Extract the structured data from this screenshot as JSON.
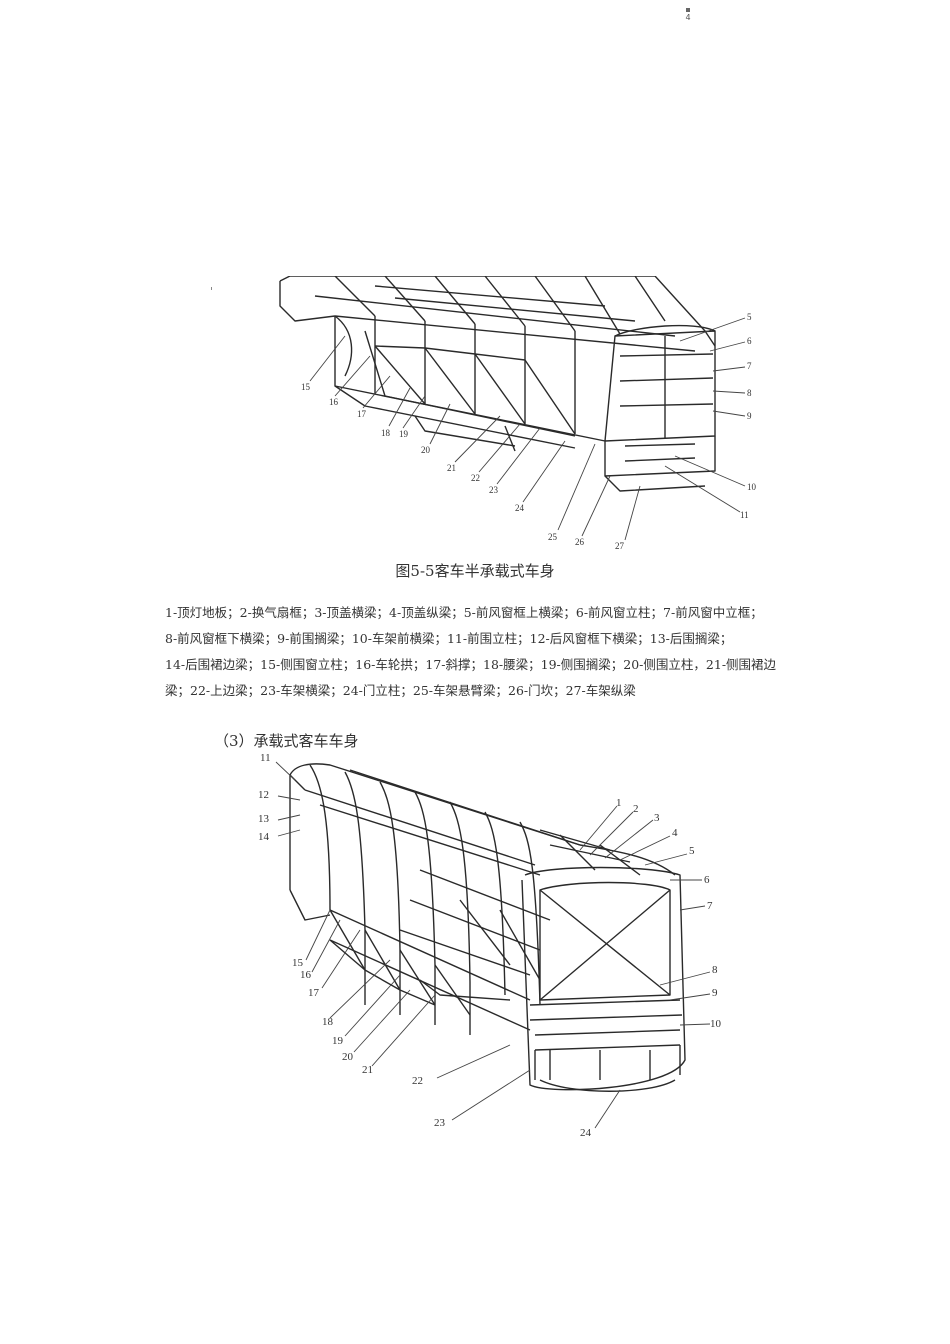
{
  "page_number": "4",
  "figure_semi": {
    "labels": [
      "5",
      "6",
      "7",
      "8",
      "9",
      "10",
      "11",
      "15",
      "16",
      "17",
      "18",
      "19",
      "20",
      "21",
      "22",
      "23",
      "24",
      "25",
      "26",
      "27"
    ]
  },
  "caption": "图5-5客车半承载式车身",
  "legend_lines": [
    "1-顶灯地板；2-换气扇框；3-顶盖横梁；4-顶盖纵梁；5-前风窗框上横梁；6-前风窗立柱；7-前风窗中立框；",
    "8-前风窗框下横梁；9-前围搁梁；10-车架前横梁；11-前围立柱；12-后风窗框下横梁；13-后围搁梁；",
    "14-后围裙边梁；15-侧围窗立柱；16-车轮拱；17-斜撑；18-腰梁；19-侧围搁梁；20-侧围立柱，21-侧围裙边",
    "梁；22-上边梁；23-车架横梁；24-门立柱；25-车架悬臂梁；26-门坎；27-车架纵梁"
  ],
  "section_heading": "（3）承载式客车车身",
  "figure_mono": {
    "labels": [
      "1",
      "2",
      "3",
      "4",
      "5",
      "6",
      "7",
      "8",
      "9",
      "10",
      "11",
      "12",
      "13",
      "14",
      "15",
      "16",
      "17",
      "18",
      "19",
      "20",
      "21",
      "22",
      "23",
      "24"
    ]
  },
  "colors": {
    "text": "#333333",
    "line_art": "#2a2a2a"
  }
}
